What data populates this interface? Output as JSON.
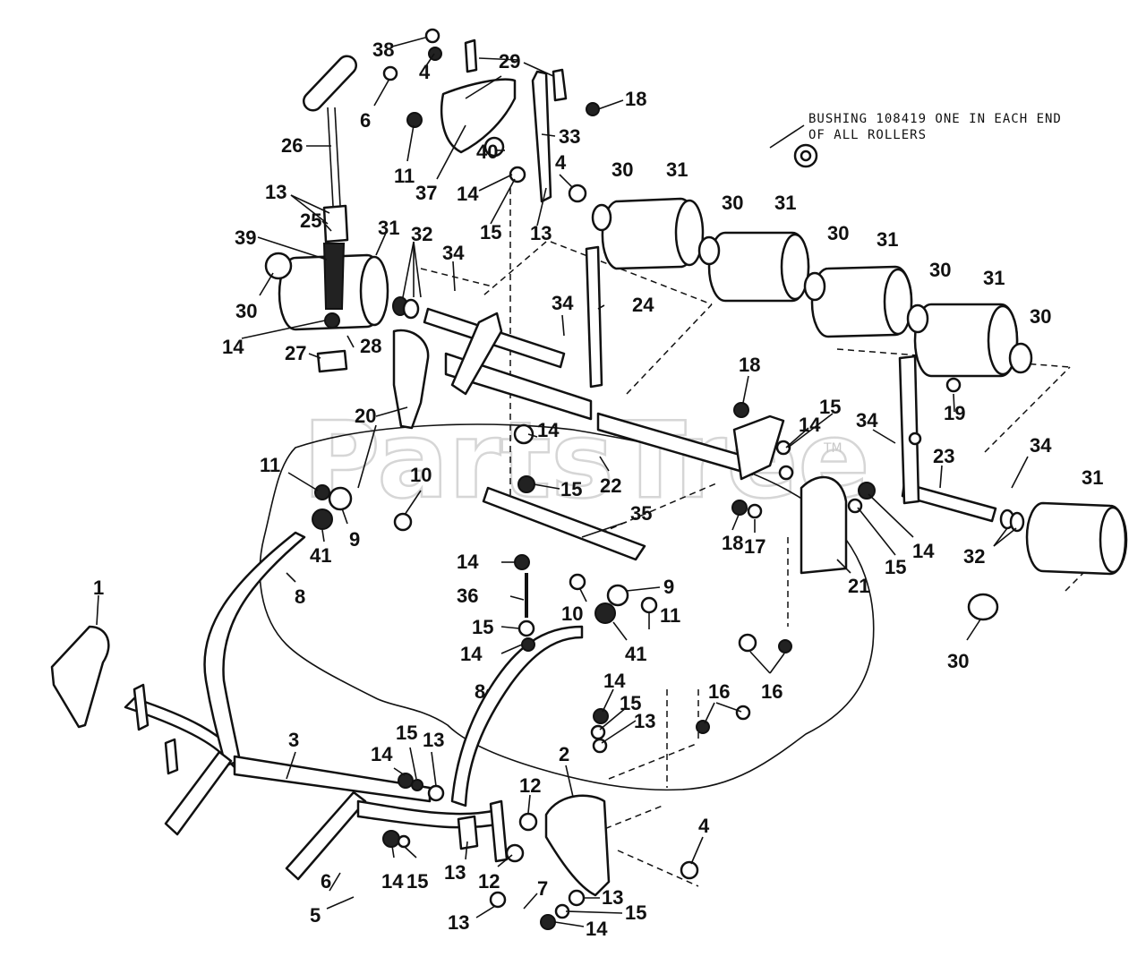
{
  "watermark": {
    "text": "PartsTree",
    "trademark": "TM"
  },
  "note": {
    "line1": "BUSHING 108419 ONE IN EACH END",
    "line2": "OF ALL ROLLERS"
  },
  "callouts": [
    {
      "id": "c38",
      "text": "38"
    },
    {
      "id": "c29",
      "text": "29"
    },
    {
      "id": "c4a",
      "text": "4"
    },
    {
      "id": "c6a",
      "text": "6"
    },
    {
      "id": "c18a",
      "text": "18"
    },
    {
      "id": "c26",
      "text": "26"
    },
    {
      "id": "c33",
      "text": "33"
    },
    {
      "id": "c11a",
      "text": "11"
    },
    {
      "id": "c40",
      "text": "40"
    },
    {
      "id": "c37",
      "text": "37"
    },
    {
      "id": "c4b",
      "text": "4"
    },
    {
      "id": "c14a",
      "text": "14"
    },
    {
      "id": "c13a",
      "text": "13"
    },
    {
      "id": "c30a",
      "text": "30"
    },
    {
      "id": "c31a",
      "text": "31"
    },
    {
      "id": "c15a",
      "text": "15"
    },
    {
      "id": "c13b",
      "text": "13"
    },
    {
      "id": "c25",
      "text": "25"
    },
    {
      "id": "c30b",
      "text": "30"
    },
    {
      "id": "c31b",
      "text": "31"
    },
    {
      "id": "c32a",
      "text": "32"
    },
    {
      "id": "c31c",
      "text": "31"
    },
    {
      "id": "c30c",
      "text": "30"
    },
    {
      "id": "c31d",
      "text": "31"
    },
    {
      "id": "c39",
      "text": "39"
    },
    {
      "id": "c34a",
      "text": "34"
    },
    {
      "id": "c30d",
      "text": "30"
    },
    {
      "id": "c31e",
      "text": "31"
    },
    {
      "id": "c30e",
      "text": "30"
    },
    {
      "id": "c24",
      "text": "24"
    },
    {
      "id": "c30f",
      "text": "30"
    },
    {
      "id": "c34b",
      "text": "34"
    },
    {
      "id": "c14b",
      "text": "14"
    },
    {
      "id": "c28",
      "text": "28"
    },
    {
      "id": "c27",
      "text": "27"
    },
    {
      "id": "c18b",
      "text": "18"
    },
    {
      "id": "c19",
      "text": "19"
    },
    {
      "id": "c20",
      "text": "20"
    },
    {
      "id": "c14c",
      "text": "14"
    },
    {
      "id": "c15b",
      "text": "15"
    },
    {
      "id": "c34c",
      "text": "34"
    },
    {
      "id": "c14d",
      "text": "14"
    },
    {
      "id": "c34d",
      "text": "34"
    },
    {
      "id": "c23",
      "text": "23"
    },
    {
      "id": "c11b",
      "text": "11"
    },
    {
      "id": "c10a",
      "text": "10"
    },
    {
      "id": "c15c",
      "text": "15"
    },
    {
      "id": "c22",
      "text": "22"
    },
    {
      "id": "c31f",
      "text": "31"
    },
    {
      "id": "c9a",
      "text": "9"
    },
    {
      "id": "c41a",
      "text": "41"
    },
    {
      "id": "c35",
      "text": "35"
    },
    {
      "id": "c18c",
      "text": "18"
    },
    {
      "id": "c17",
      "text": "17"
    },
    {
      "id": "c14e",
      "text": "14"
    },
    {
      "id": "c32b",
      "text": "32"
    },
    {
      "id": "c15d",
      "text": "15"
    },
    {
      "id": "c14f",
      "text": "14"
    },
    {
      "id": "c9b",
      "text": "9"
    },
    {
      "id": "c21",
      "text": "21"
    },
    {
      "id": "c8a",
      "text": "8"
    },
    {
      "id": "c36",
      "text": "36"
    },
    {
      "id": "c1",
      "text": "1"
    },
    {
      "id": "c10b",
      "text": "10"
    },
    {
      "id": "c11c",
      "text": "11"
    },
    {
      "id": "c15e",
      "text": "15"
    },
    {
      "id": "c14g",
      "text": "14"
    },
    {
      "id": "c41b",
      "text": "41"
    },
    {
      "id": "c30g",
      "text": "30"
    },
    {
      "id": "c16a",
      "text": "16"
    },
    {
      "id": "c8b",
      "text": "8"
    },
    {
      "id": "c14h",
      "text": "14"
    },
    {
      "id": "c15f",
      "text": "15"
    },
    {
      "id": "c16b",
      "text": "16"
    },
    {
      "id": "c13c",
      "text": "13"
    },
    {
      "id": "c3",
      "text": "3"
    },
    {
      "id": "c15g",
      "text": "15"
    },
    {
      "id": "c13d",
      "text": "13"
    },
    {
      "id": "c2",
      "text": "2"
    },
    {
      "id": "c14i",
      "text": "14"
    },
    {
      "id": "c12a",
      "text": "12"
    },
    {
      "id": "c4c",
      "text": "4"
    },
    {
      "id": "c13e",
      "text": "13"
    },
    {
      "id": "c12b",
      "text": "12"
    },
    {
      "id": "c6b",
      "text": "6"
    },
    {
      "id": "c14j",
      "text": "14"
    },
    {
      "id": "c15h",
      "text": "15"
    },
    {
      "id": "c7",
      "text": "7"
    },
    {
      "id": "c13f",
      "text": "13"
    },
    {
      "id": "c5",
      "text": "5"
    },
    {
      "id": "c15i",
      "text": "15"
    },
    {
      "id": "c13g",
      "text": "13"
    },
    {
      "id": "c14k",
      "text": "14"
    }
  ]
}
